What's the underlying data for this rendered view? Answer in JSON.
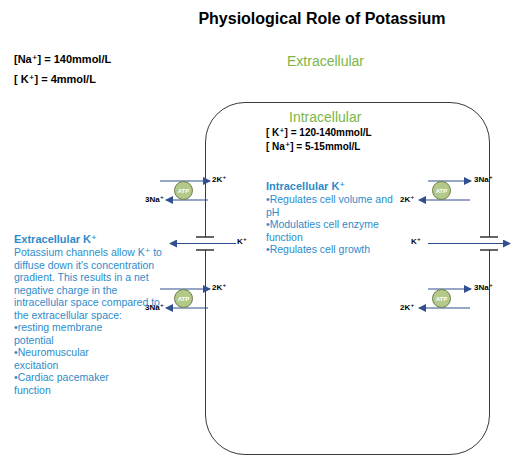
{
  "diagram": {
    "title": "Physiological Role of Potassium",
    "nodes": [
      {
        "text": [
          "Intracellular",
          "[ K⁺] = 120-140mmol/L",
          "[ Na⁺] = 5-15mmol/L",
          "Intracellular K⁺",
          "•Regulates cell volume and pH",
          "•Modulaties cell enzyme function",
          "•Regulates cell growth"
        ]
      },
      {
        "text": [
          "ATP"
        ]
      },
      {
        "text": [
          "ATP"
        ]
      },
      {
        "text": [
          "ATP"
        ]
      },
      {
        "text": [
          "ATP"
        ]
      }
    ],
    "labels": [
      "[Na⁺] = 140mmol/L",
      "[ K⁺] = 4mmol/L",
      "Extracellular",
      "2K⁺",
      "3Na⁺",
      "3Na⁺",
      "2K⁺",
      "K⁺",
      "K⁺",
      "2K⁺",
      "3Na⁺",
      "3Na⁺",
      "2K⁺",
      "Extracellular K⁺",
      "Potassium channels allow K⁺ to diffuse down it's concentration gradient. This results in a net negative charge in the intracellular space compared to the extracellular space:",
      "•resting membrane potential",
      "•Neuromuscular excitation",
      "•Cardiac pacemaker function"
    ]
  }
}
